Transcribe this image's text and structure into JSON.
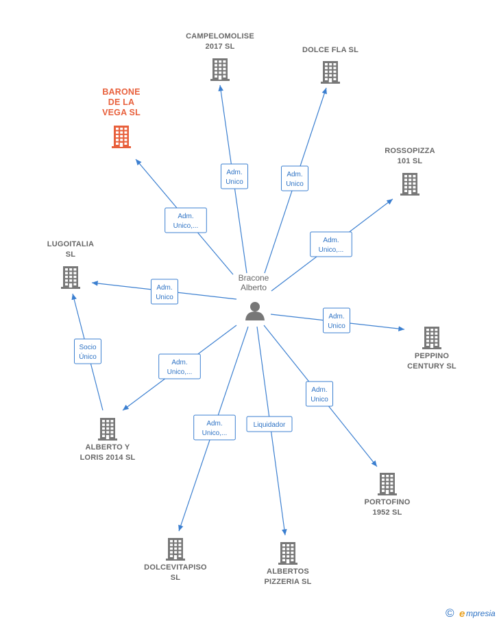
{
  "center": {
    "name_lines": [
      "Bracone",
      "Alberto"
    ],
    "icon": "person-icon"
  },
  "nodes": [
    {
      "id": "campelomolise",
      "lines": [
        "CAMPELOMOLISE",
        "2017  SL"
      ],
      "highlight": false
    },
    {
      "id": "dolce-fla",
      "lines": [
        "DOLCE FLA  SL"
      ],
      "highlight": false
    },
    {
      "id": "barone",
      "lines": [
        "BARONE",
        "DE LA",
        "VEGA  SL"
      ],
      "highlight": true
    },
    {
      "id": "rossopizza",
      "lines": [
        "ROSSOPIZZA",
        "101  SL"
      ],
      "highlight": false
    },
    {
      "id": "lugoitalia",
      "lines": [
        "LUGOITALIA",
        "SL"
      ],
      "highlight": false
    },
    {
      "id": "peppino",
      "lines": [
        "PEPPINO",
        "CENTURY  SL"
      ],
      "highlight": false
    },
    {
      "id": "alberto-loris",
      "lines": [
        "ALBERTO Y",
        "LORIS 2014  SL"
      ],
      "highlight": false
    },
    {
      "id": "portofino",
      "lines": [
        "PORTOFINO",
        "1952  SL"
      ],
      "highlight": false
    },
    {
      "id": "dolcevitapiso",
      "lines": [
        "DOLCEVITAPISO",
        "SL"
      ],
      "highlight": false
    },
    {
      "id": "albertos-pizzeria",
      "lines": [
        "ALBERTOS",
        "PIZZERIA SL"
      ],
      "highlight": false
    }
  ],
  "edges": [
    {
      "target": "campelomolise",
      "label_lines": [
        "Adm.",
        "Unico"
      ]
    },
    {
      "target": "dolce-fla",
      "label_lines": [
        "Adm.",
        "Unico"
      ]
    },
    {
      "target": "barone",
      "label_lines": [
        "Adm.",
        "Unico,..."
      ]
    },
    {
      "target": "rossopizza",
      "label_lines": [
        "Adm.",
        "Unico,..."
      ]
    },
    {
      "target": "lugoitalia",
      "label_lines": [
        "Adm.",
        "Unico"
      ]
    },
    {
      "target": "peppino",
      "label_lines": [
        "Adm.",
        "Unico"
      ]
    },
    {
      "target": "alberto-loris",
      "label_lines": [
        "Adm.",
        "Unico,..."
      ]
    },
    {
      "target": "portofino",
      "label_lines": [
        "Adm.",
        "Unico"
      ]
    },
    {
      "target": "dolcevitapiso",
      "label_lines": [
        "Adm.",
        "Unico,..."
      ]
    },
    {
      "target": "albertos-pizzeria",
      "label_lines": [
        "Liquidador"
      ]
    },
    {
      "source": "alberto-loris",
      "target": "lugoitalia",
      "label_lines": [
        "Socio",
        "Único"
      ]
    }
  ],
  "colors": {
    "edge": "#3b7fd0",
    "building": "#777777",
    "highlight": "#e8603c",
    "person": "#777777"
  },
  "footer": {
    "copyright": "©",
    "brand_initial": "e",
    "brand_rest": "mpresia"
  }
}
